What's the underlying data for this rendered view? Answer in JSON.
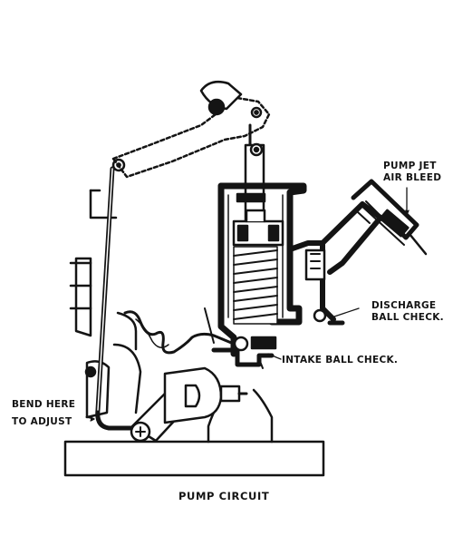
{
  "figure": {
    "caption": "PUMP CIRCUIT",
    "labels": {
      "pump_jet_air_bleed_line1": "PUMP JET",
      "pump_jet_air_bleed_line2": "AIR BLEED",
      "discharge_ball_check_line1": "DISCHARGE",
      "discharge_ball_check_line2": "BALL CHECK.",
      "intake_ball_check": "INTAKE BALL CHECK.",
      "bend_here_line1": "BEND HERE",
      "bend_here_line2": "TO ADJUST"
    }
  },
  "colors": {
    "ink": "#141414",
    "paper": "#ffffff"
  }
}
